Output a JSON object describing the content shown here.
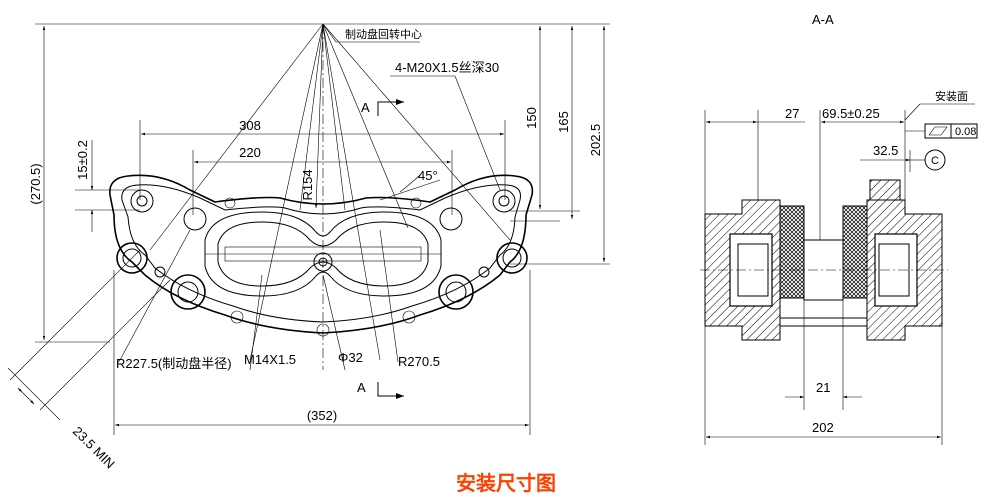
{
  "caption": "安装尺寸图",
  "front_view": {
    "center_label": "制动盘回转中心",
    "thread_spec": "4-M20X1.5丝深30",
    "section_mark": "A",
    "dim_308": "308",
    "dim_220": "220",
    "dim_15": "15±0.2",
    "dim_270_5_paren": "(270.5)",
    "dim_150": "150",
    "dim_165": "165",
    "dim_202_5": "202.5",
    "dim_r154": "R154",
    "angle_45": "45°",
    "r227": "R227.5(制动盘半径)",
    "m14": "M14X1.5",
    "phi32": "Φ32",
    "r270": "R270.5",
    "dim_352": "(352)",
    "dim_235": "23.5 MIN"
  },
  "section_view": {
    "title": "A-A",
    "mount_face": "安装面",
    "dim_27": "27",
    "dim_69_5": "69.5±0.25",
    "tolerance_value": "0.08",
    "dim_32_5": "32.5",
    "datum": "C",
    "dim_21": "21",
    "dim_202": "202"
  }
}
